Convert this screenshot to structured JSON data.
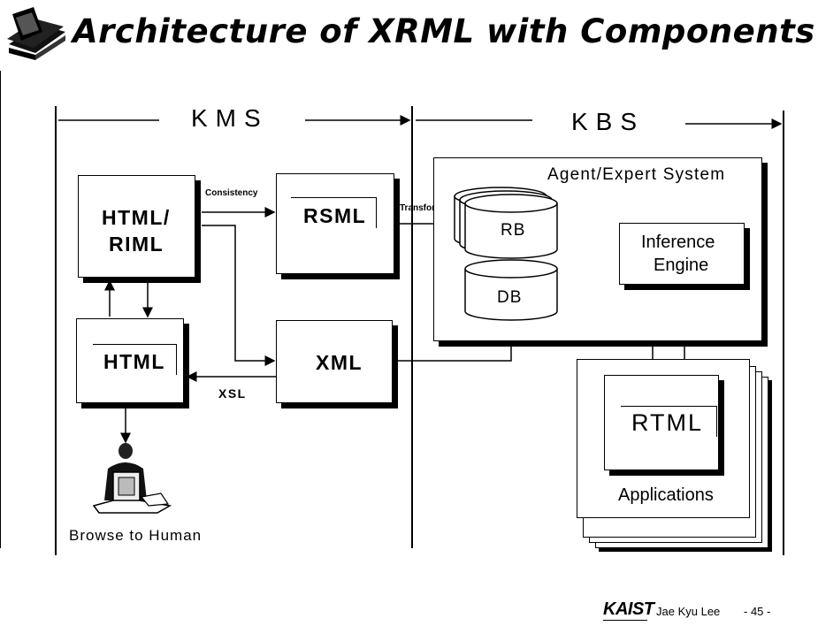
{
  "slide": {
    "title": "Architecture of XRML with Components",
    "icon": "book-stack-icon"
  },
  "sections": {
    "kms": "KMS",
    "kbs": "KBS"
  },
  "nodes": {
    "html_riml_line1": "HTML/",
    "html_riml_line2": "RIML",
    "rsml": "RSML",
    "html": "HTML",
    "xml": "XML",
    "agent_system": "Agent/Expert System",
    "rb": "RB",
    "db": "DB",
    "inference_line1": "Inference",
    "inference_line2": "Engine",
    "rtml": "RTML",
    "applications": "Applications",
    "human": "Browse to Human",
    "human_icon": "person-at-terminal-icon"
  },
  "edges": {
    "consistency": "Consistency",
    "transform": "Transform",
    "xsl": "XSL"
  },
  "footer": {
    "logo": "KAIST",
    "author": "Jae Kyu Lee",
    "page": "- 45 -"
  }
}
